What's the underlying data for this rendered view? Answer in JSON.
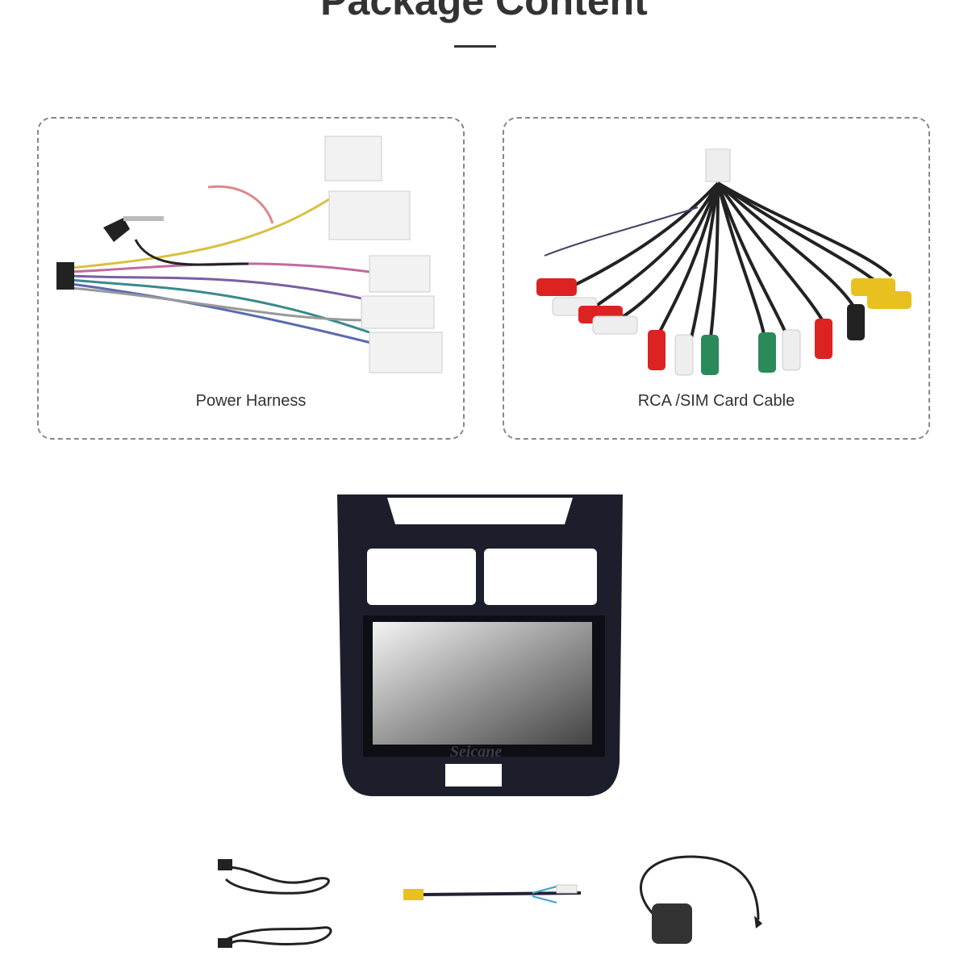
{
  "header": {
    "title": "Package Content"
  },
  "items": [
    {
      "label": "Power Harness"
    },
    {
      "label": "RCA /SIM Card Cable"
    }
  ],
  "unit": {
    "brand": "Seicane"
  },
  "colors": {
    "text": "#333333",
    "border": "#888888",
    "bezel": "#1c1f2b"
  }
}
